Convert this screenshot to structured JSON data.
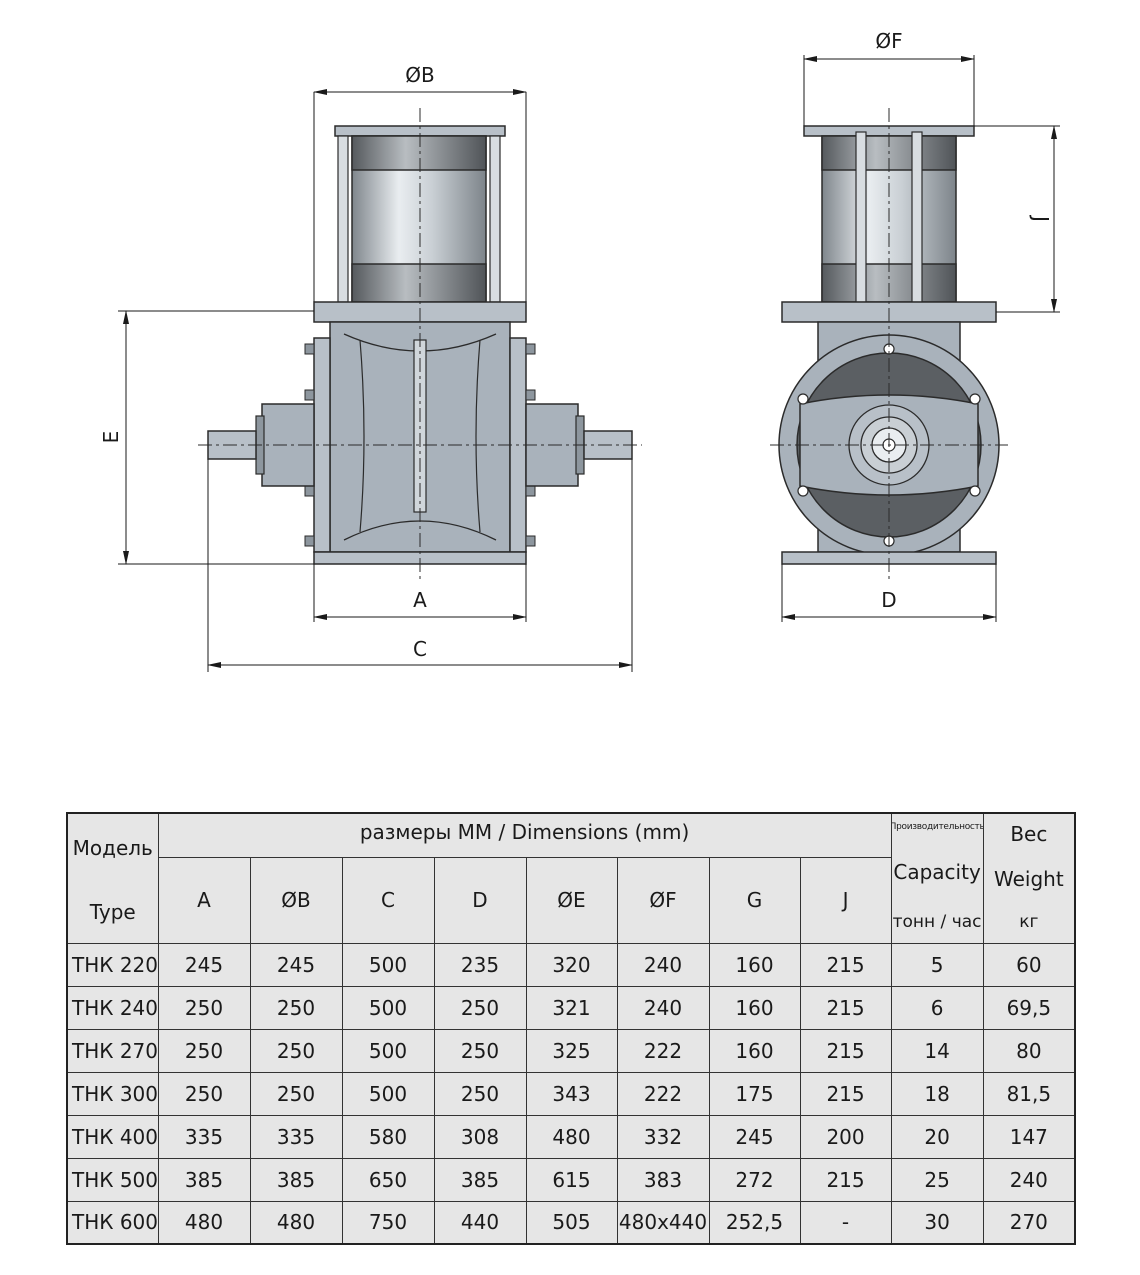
{
  "dimension_labels": {
    "B": "ØB",
    "F": "ØF",
    "E": "E",
    "J": "J",
    "A": "A",
    "C": "C",
    "D": "D"
  },
  "colors": {
    "body": "#a9b2bb",
    "body_dark": "#8d969e",
    "flange": "#b8c0c8",
    "outline": "#2b2b2b",
    "rotor_dark": "#5b5f63",
    "table_bg": "#e6e6e6"
  },
  "table": {
    "model_header_ru": "Модель",
    "model_header_en": "Type",
    "dimensions_header": "размеры ММ / Dimensions (mm)",
    "capacity_header_ru": "Производительность",
    "capacity_header_en": "Capacity",
    "capacity_unit": "тонн / час",
    "weight_header_ru": "Вес",
    "weight_header_en": "Weight",
    "weight_unit": "кг",
    "columns": [
      "A",
      "ØB",
      "C",
      "D",
      "ØE",
      "ØF",
      "G",
      "J"
    ],
    "rows": [
      {
        "model": "ТНК 220",
        "values": [
          "245",
          "245",
          "500",
          "235",
          "320",
          "240",
          "160",
          "215"
        ],
        "capacity": "5",
        "weight": "60"
      },
      {
        "model": "ТНК 240",
        "values": [
          "250",
          "250",
          "500",
          "250",
          "321",
          "240",
          "160",
          "215"
        ],
        "capacity": "6",
        "weight": "69,5"
      },
      {
        "model": "ТНК 270",
        "values": [
          "250",
          "250",
          "500",
          "250",
          "325",
          "222",
          "160",
          "215"
        ],
        "capacity": "14",
        "weight": "80"
      },
      {
        "model": "ТНК 300",
        "values": [
          "250",
          "250",
          "500",
          "250",
          "343",
          "222",
          "175",
          "215"
        ],
        "capacity": "18",
        "weight": "81,5"
      },
      {
        "model": "ТНК 400",
        "values": [
          "335",
          "335",
          "580",
          "308",
          "480",
          "332",
          "245",
          "200"
        ],
        "capacity": "20",
        "weight": "147"
      },
      {
        "model": "ТНК 500",
        "values": [
          "385",
          "385",
          "650",
          "385",
          "615",
          "383",
          "272",
          "215"
        ],
        "capacity": "25",
        "weight": "240"
      },
      {
        "model": "ТНК 600",
        "values": [
          "480",
          "480",
          "750",
          "440",
          "505",
          "480x440",
          "252,5",
          "-"
        ],
        "capacity": "30",
        "weight": "270"
      }
    ]
  }
}
